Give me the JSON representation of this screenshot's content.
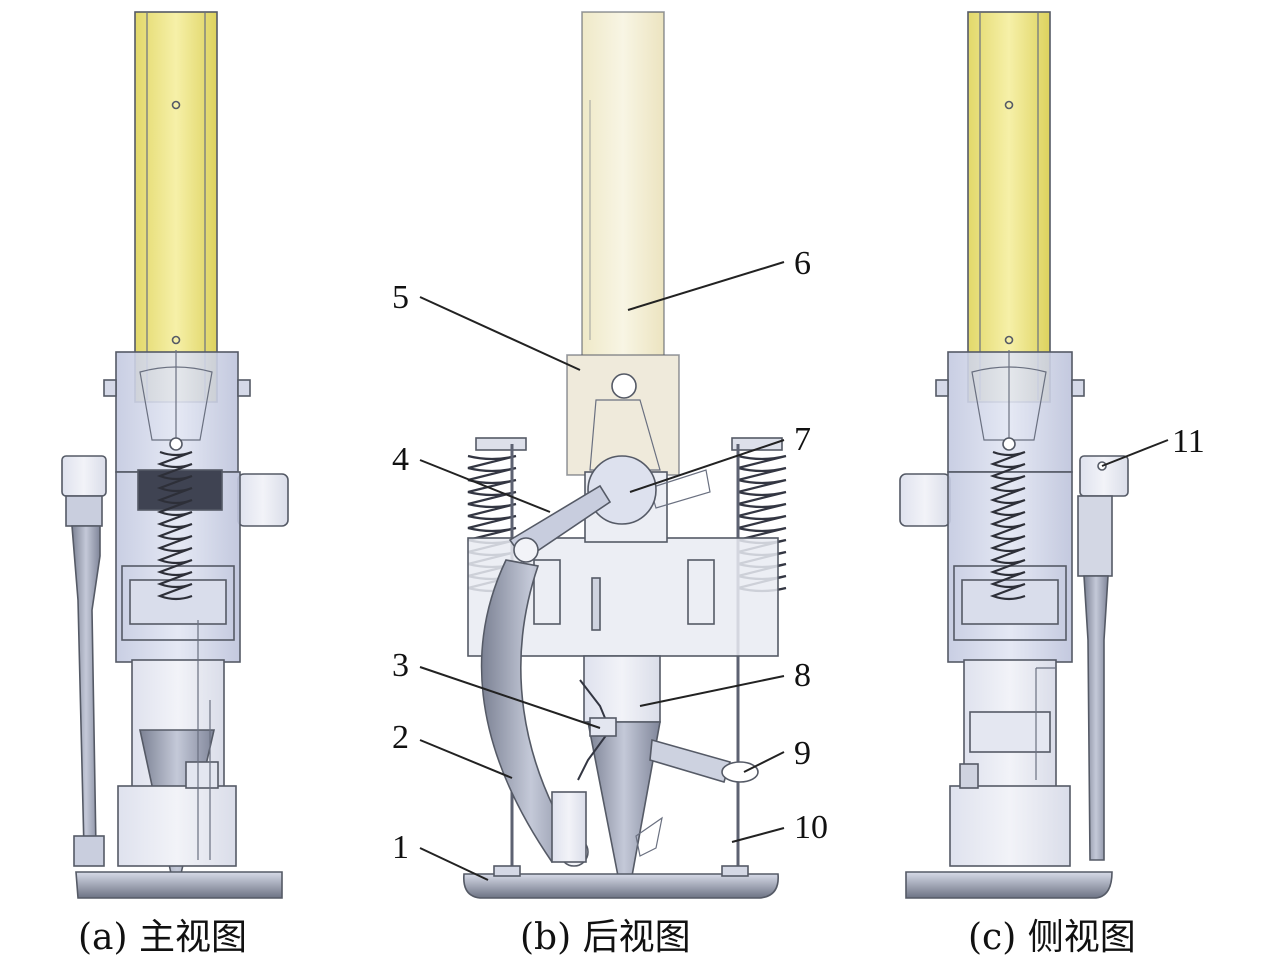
{
  "figure": {
    "captions": [
      {
        "id": "a",
        "text": "(a) 主视图"
      },
      {
        "id": "b",
        "text": "(b) 后视图"
      },
      {
        "id": "c",
        "text": "(c) 侧视图"
      }
    ],
    "callouts": [
      "1",
      "2",
      "3",
      "4",
      "5",
      "6",
      "7",
      "8",
      "9",
      "10",
      "11"
    ]
  },
  "colors": {
    "tube_yellow": "#f1ea9a",
    "tube_pale": "#f5f1d8",
    "body_blue": "#cfd5ea",
    "steel_gray": "#9aa0b0",
    "outline": "#555a66"
  }
}
